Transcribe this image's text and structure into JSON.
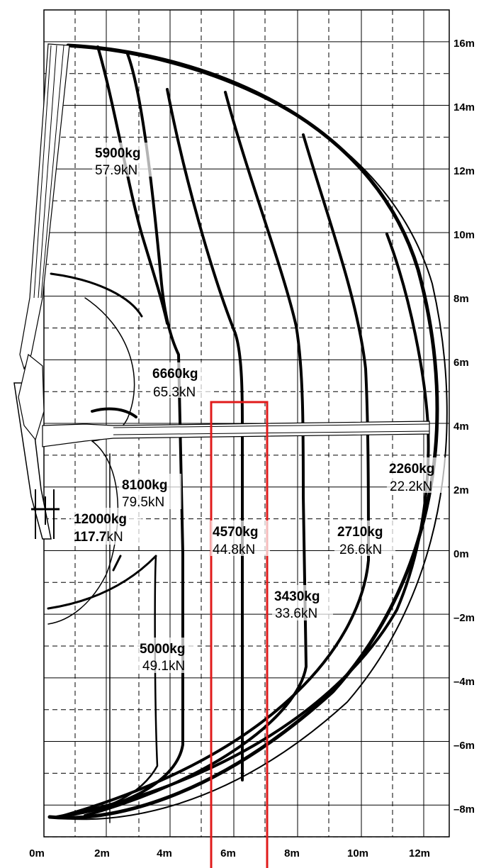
{
  "diagram": {
    "y_axis_labels": [
      "16m",
      "14m",
      "12m",
      "10m",
      "8m",
      "6m",
      "4m",
      "2m",
      "0m",
      "–2m",
      "–4m",
      "–6m",
      "–8m"
    ],
    "x_axis_labels": [
      "0m",
      "2m",
      "4m",
      "6m",
      "8m",
      "10m",
      "12m"
    ],
    "load_labels": [
      {
        "kg": "5900kg",
        "kn": "57.9kN"
      },
      {
        "kg": "6660kg",
        "kn": "65.3kN"
      },
      {
        "kg": "8100kg",
        "kn": "79.5kN"
      },
      {
        "kg": "12000kg",
        "kn_bold": "117.7",
        "kn_rest": "kN"
      },
      {
        "kg": "4570kg",
        "kn": "44.8kN"
      },
      {
        "kg": "2710kg",
        "kn": "26.6kN"
      },
      {
        "kg": "3430kg",
        "kn": "33.6kN"
      },
      {
        "kg": "2260kg",
        "kn": "22.2kN"
      },
      {
        "kg": "5000kg",
        "kn": "49.1kN"
      }
    ],
    "highlight_color": "#e01b1b"
  }
}
